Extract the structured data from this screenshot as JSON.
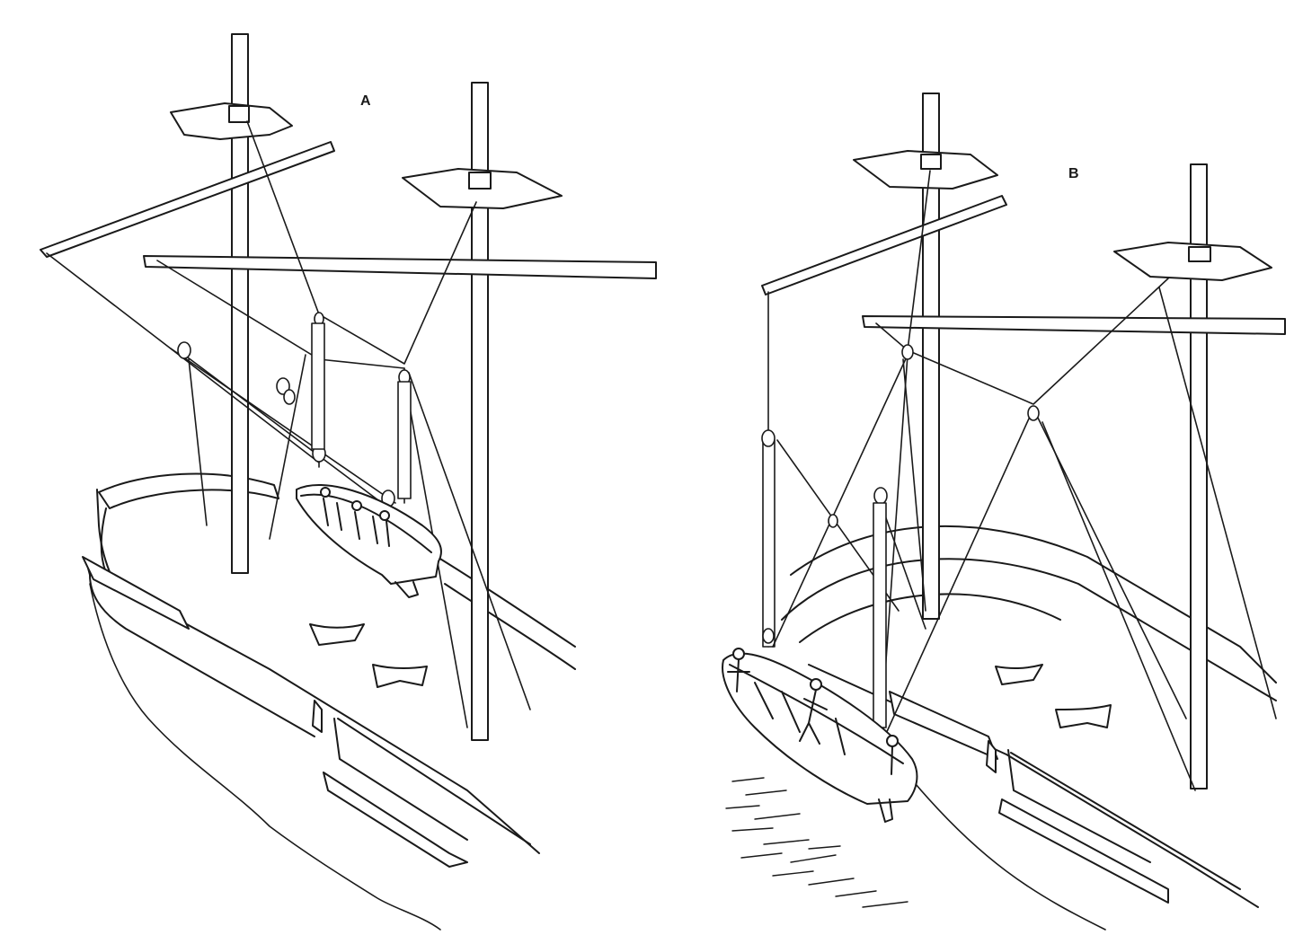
{
  "figure": {
    "panels": [
      {
        "id": "A",
        "label": "A"
      },
      {
        "id": "B",
        "label": "B"
      }
    ],
    "colors": {
      "ink": "#1a1a1a",
      "paper": "#ffffff"
    }
  }
}
